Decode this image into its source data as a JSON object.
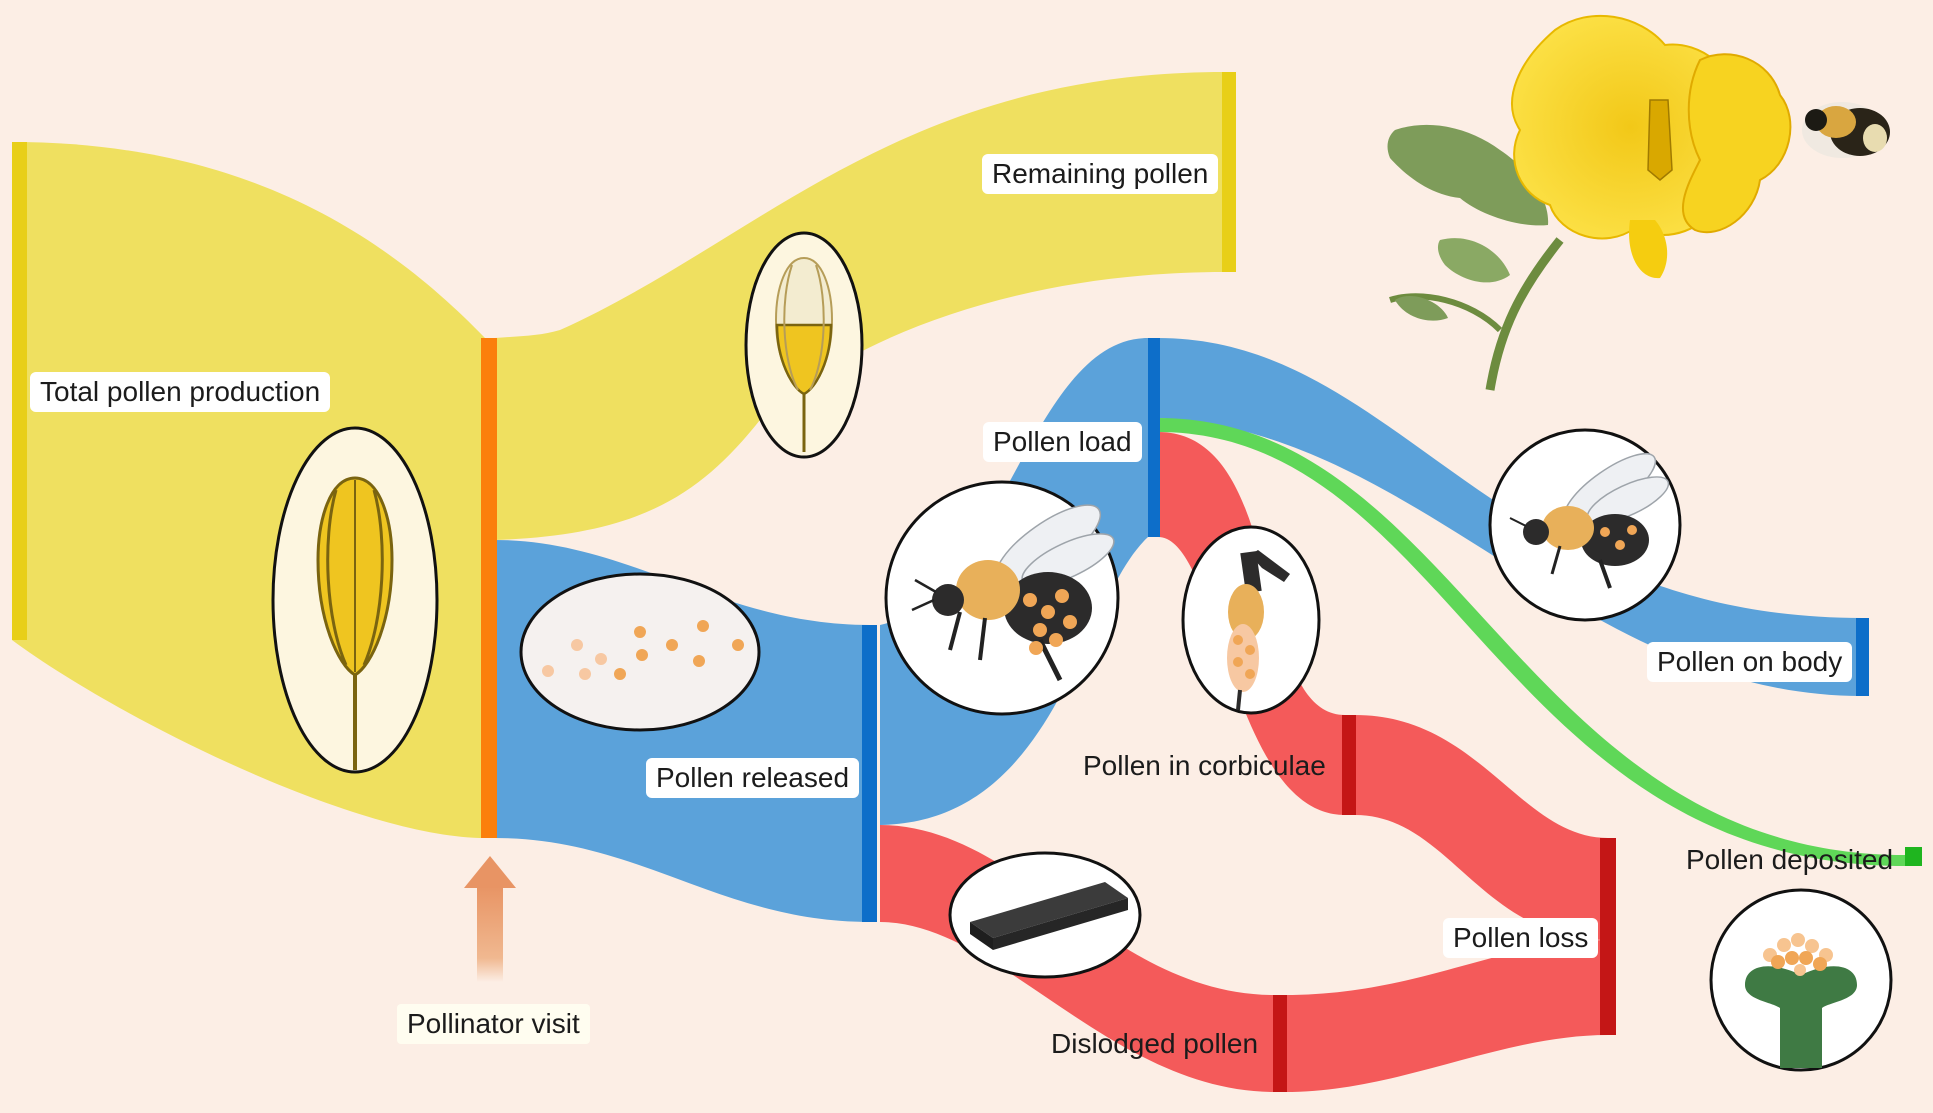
{
  "labels": {
    "total_pollen_production": "Total pollen production",
    "remaining_pollen": "Remaining pollen",
    "pollen_released": "Pollen released",
    "pollen_load": "Pollen load",
    "pollen_in_corbiculae": "Pollen in corbiculae",
    "pollen_on_body": "Pollen on body",
    "pollen_deposited": "Pollen deposited",
    "pollen_loss": "Pollen loss",
    "dislodged_pollen": "Dislodged pollen",
    "pollinator_visit": "Pollinator visit"
  },
  "colors": {
    "background": "#fceee5",
    "production_flow": "#efe060",
    "production_bar": "#e8cf18",
    "released_flow": "#5ba2da",
    "released_bar": "#0d6ec9",
    "loss_flow": "#f45a5a",
    "loss_bar": "#c41616",
    "deposited_flow": "#5fd758",
    "deposited_bar": "#1fb51f",
    "visit_bar": "#fb7f0c",
    "visit_arrow": "#e89464"
  },
  "icons": [
    "anther-icon",
    "anther-partly-emptied-icon",
    "pollen-grains-icon",
    "bee-with-pollen-icon",
    "bee-hind-leg-corbicula-icon",
    "bee-flying-icon",
    "stigma-with-pollen-icon",
    "dislodged-pollen-slab-icon",
    "flower-with-bumblebee-photo"
  ]
}
